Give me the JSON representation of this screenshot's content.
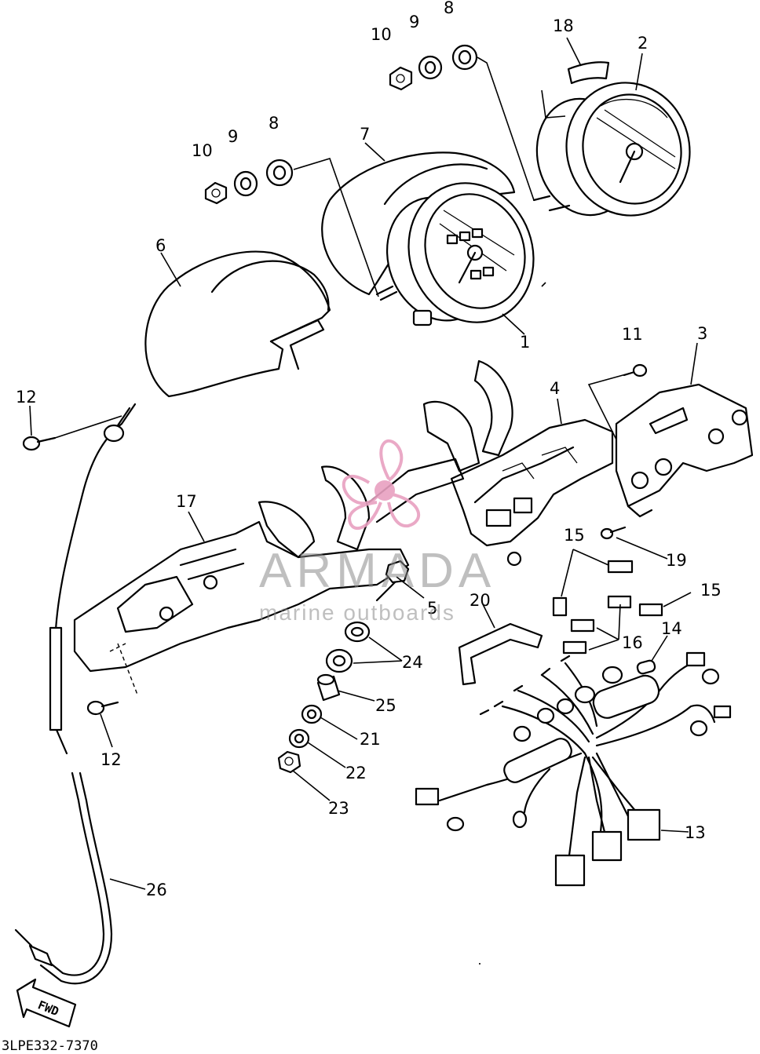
{
  "diagram": {
    "callouts": [
      "1",
      "2",
      "3",
      "4",
      "5",
      "6",
      "7",
      "8",
      "8",
      "9",
      "9",
      "10",
      "10",
      "11",
      "12",
      "12",
      "13",
      "14",
      "15",
      "15",
      "16",
      "17",
      "18",
      "19",
      "20",
      "21",
      "22",
      "23",
      "24",
      "25",
      "26"
    ],
    "drawing_code": "3LPE332-7370",
    "fwd_label": "FWD",
    "watermark": {
      "brand": "ARMADA",
      "tagline": "marine outboards",
      "logo_color": "#e8a0c0",
      "text_color": "#8a8a8a"
    }
  }
}
